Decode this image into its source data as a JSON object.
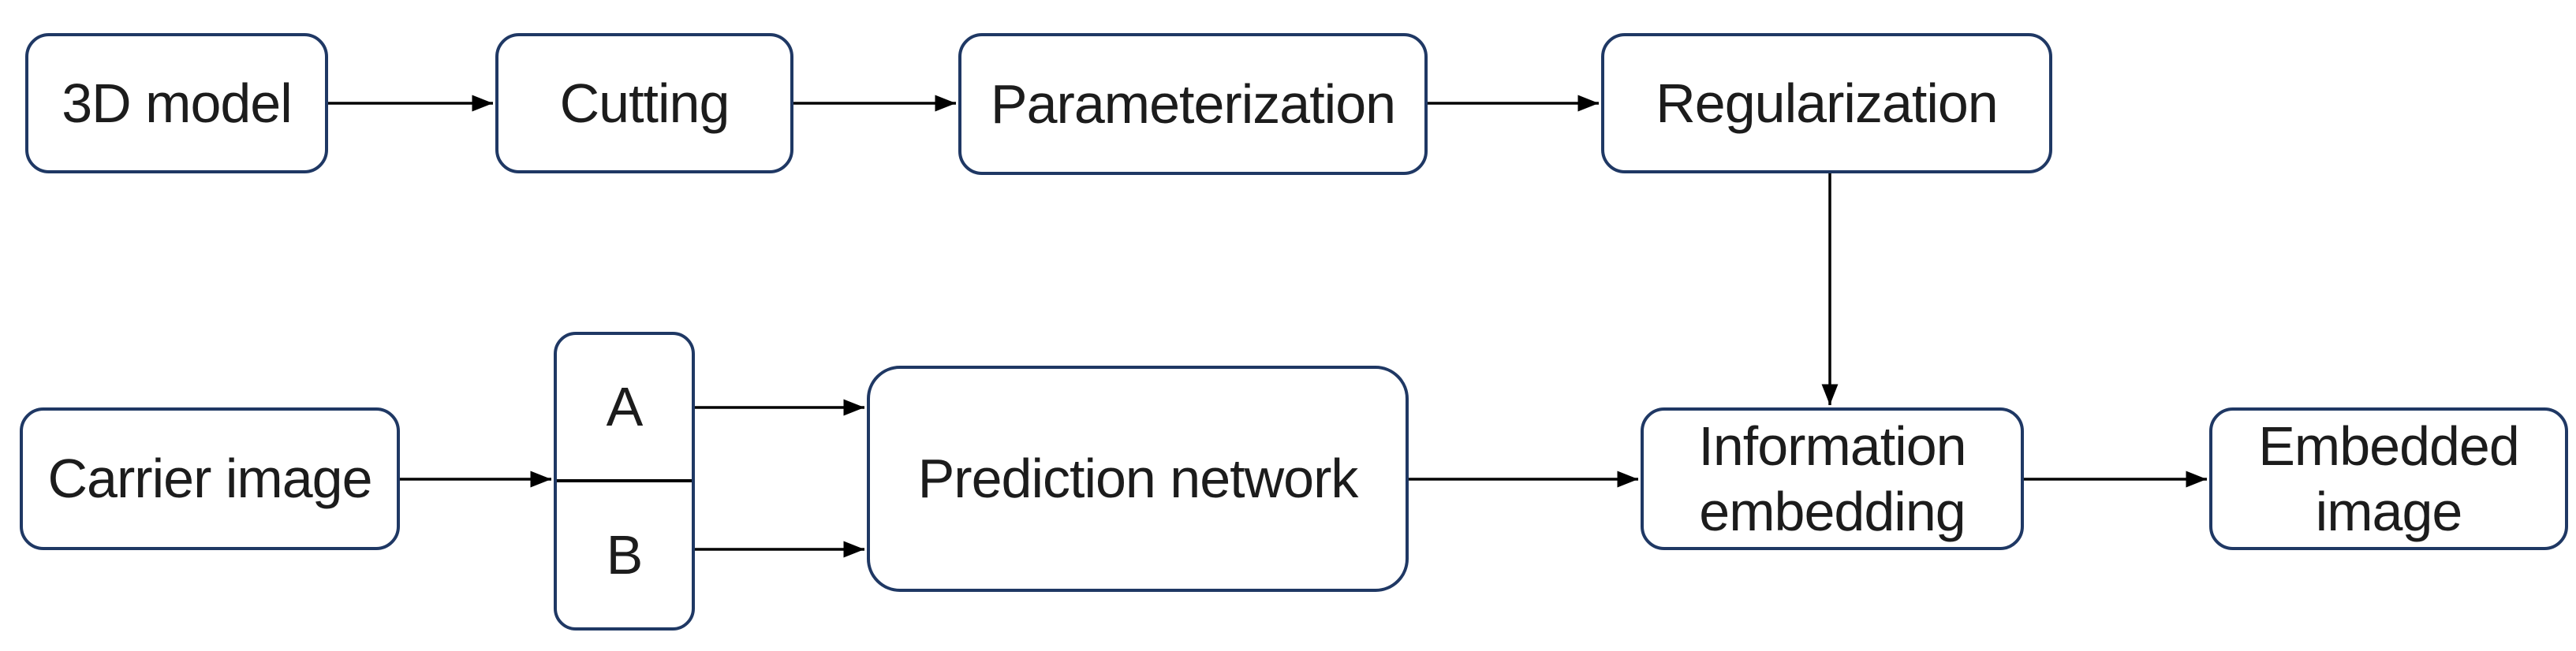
{
  "diagram": {
    "title": "",
    "colors": {
      "box_border": "#1f3864",
      "arrow": "#000000",
      "text": "#1c1c1c",
      "background": "#ffffff"
    },
    "nodes": {
      "model3d": {
        "label": "3D model"
      },
      "cutting": {
        "label": "Cutting"
      },
      "parameterization": {
        "label": "Parameterization"
      },
      "regularization": {
        "label": "Regularization"
      },
      "carrier_image": {
        "label": "Carrier image"
      },
      "part_a": {
        "label": "A"
      },
      "part_b": {
        "label": "B"
      },
      "prediction_network": {
        "label": "Prediction network"
      },
      "information_embedding": {
        "label": "Information embedding"
      },
      "embedded_image": {
        "label": "Embedded image"
      }
    },
    "connections": [
      {
        "from": "3D model",
        "to": "Cutting"
      },
      {
        "from": "Cutting",
        "to": "Parameterization"
      },
      {
        "from": "Parameterization",
        "to": "Regularization"
      },
      {
        "from": "Regularization",
        "to": "Information embedding"
      },
      {
        "from": "Carrier image",
        "to": "A/B partition"
      },
      {
        "from": "A",
        "to": "Prediction network"
      },
      {
        "from": "B",
        "to": "Prediction network"
      },
      {
        "from": "Prediction network",
        "to": "Information embedding"
      },
      {
        "from": "Information embedding",
        "to": "Embedded image"
      }
    ]
  }
}
